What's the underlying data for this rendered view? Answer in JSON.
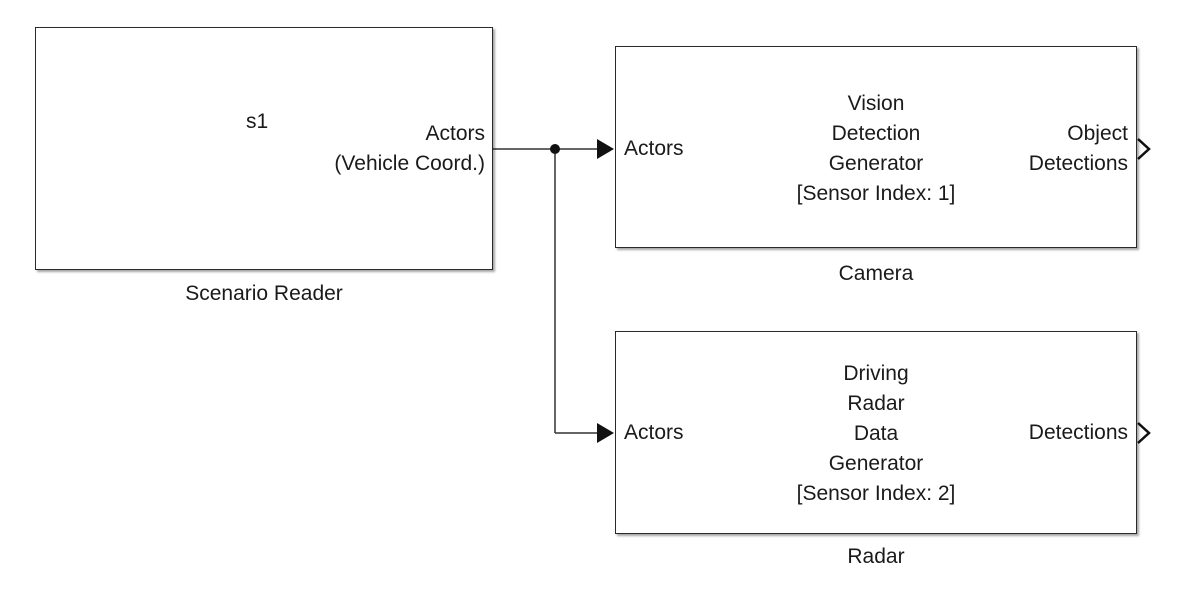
{
  "scenario_block": {
    "name": "s1",
    "output_port": [
      "Actors",
      "(Vehicle Coord.)"
    ],
    "caption": "Scenario Reader"
  },
  "camera_block": {
    "input_port": "Actors",
    "title_lines": [
      "Vision",
      "Detection",
      "Generator",
      "[Sensor Index: 1]"
    ],
    "output_port": [
      "Object",
      "Detections"
    ],
    "caption": "Camera"
  },
  "radar_block": {
    "input_port": "Actors",
    "title_lines": [
      "Driving",
      "Radar",
      "Data",
      "Generator",
      "[Sensor Index: 2]"
    ],
    "output_port": "Detections",
    "caption": "Radar"
  }
}
